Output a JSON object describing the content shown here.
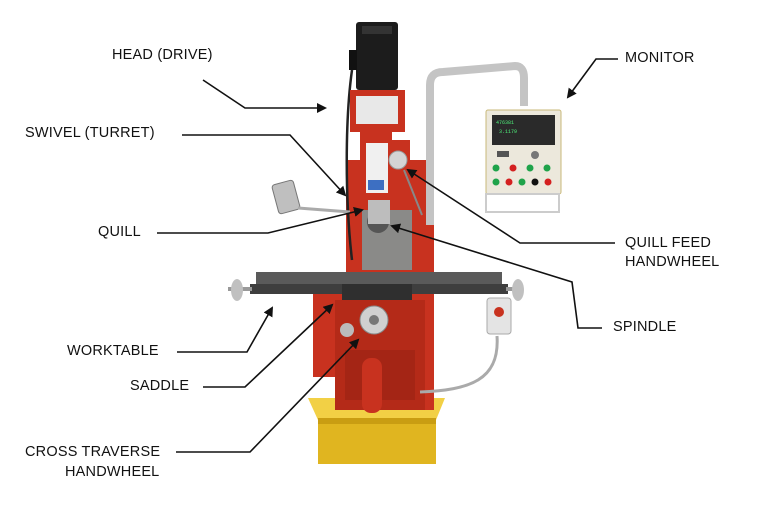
{
  "labels": {
    "head": "HEAD (DRIVE)",
    "swivel": "SWIVEL (TURRET)",
    "quill": "QUILL",
    "worktable": "WORKTABLE",
    "saddle": "SADDLE",
    "cross_traverse_line1": "CROSS TRAVERSE",
    "cross_traverse_line2": "HANDWHEEL",
    "monitor": "MONITOR",
    "quill_feed_line1": "QUILL FEED",
    "quill_feed_line2": "HANDWHEEL",
    "spindle": "SPINDLE"
  },
  "colors": {
    "machine_red": "#c8321f",
    "motor_black": "#1c1c1c",
    "table_gray": "#4a4a4a",
    "tray_yellow": "#e8c12a",
    "panel_beige": "#ece8dc"
  }
}
